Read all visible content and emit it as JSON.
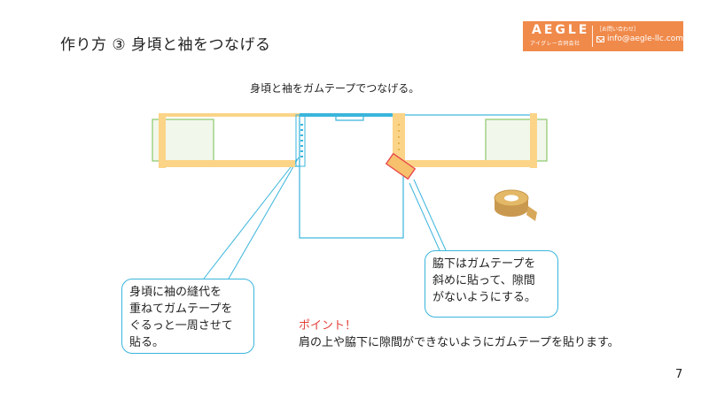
{
  "slide": {
    "title": "作り方 ③ 身頃と袖をつなげる",
    "subtitle": "身頃と袖をガムテープでつなげる。",
    "page_number": "7"
  },
  "logo": {
    "brand": "AEGLE",
    "brand_sub": "アイグレー合同会社",
    "contact_label": "［お問い合わせ］",
    "email": "info@aegle-llc.com",
    "background_color": "#f08a4b"
  },
  "diagram": {
    "outline_color": "#3ab5dc",
    "tape_color": "#fbd488",
    "cuff_color": "#8cc86a",
    "tape_piece_color": "#f6c06c",
    "tape_piece_border": "#e8454a"
  },
  "callouts": {
    "left": {
      "lines": [
        "身頃に袖の縫代を",
        "重ねてガムテープを",
        "ぐるっと一周させて",
        "貼る。"
      ]
    },
    "right": {
      "lines": [
        "脇下はガムテープを",
        "斜めに貼って、隙間",
        "がないようにする。"
      ]
    }
  },
  "point": {
    "label": "ポイント！",
    "text": "肩の上や脇下に隙間ができないようにガムテープを貼ります。"
  }
}
